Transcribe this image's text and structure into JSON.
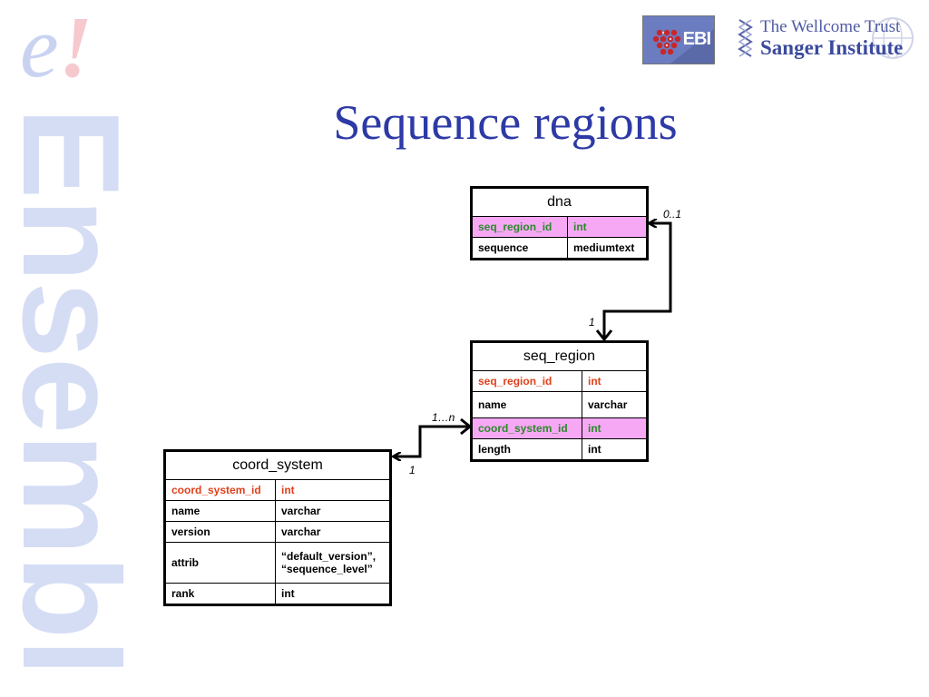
{
  "sidebar": {
    "logo_letter": "e",
    "logo_bang": "!",
    "vertical_text": "Ensembl"
  },
  "logos": {
    "ebi_text": "EBI",
    "sanger_line1": "The Wellcome Trust",
    "sanger_line2": "Sanger Institute"
  },
  "title": "Sequence regions",
  "colors": {
    "title": "#2d3aa6",
    "primary_key": "#e0401a",
    "foreign_key_text": "#2a8a2a",
    "foreign_key_bg": "#f7a8f5"
  },
  "tables": {
    "dna": {
      "name": "dna",
      "rows": [
        {
          "field": "seq_region_id",
          "type": "int",
          "role": "fk"
        },
        {
          "field": "sequence",
          "type": "mediumtext",
          "role": ""
        }
      ]
    },
    "seq_region": {
      "name": "seq_region",
      "rows": [
        {
          "field": "seq_region_id",
          "type": "int",
          "role": "pk"
        },
        {
          "field": "name",
          "type": "varchar",
          "role": ""
        },
        {
          "field": "coord_system_id",
          "type": "int",
          "role": "fk"
        },
        {
          "field": "length",
          "type": "int",
          "role": ""
        }
      ]
    },
    "coord_system": {
      "name": "coord_system",
      "rows": [
        {
          "field": "coord_system_id",
          "type": "int",
          "role": "pk"
        },
        {
          "field": "name",
          "type": "varchar",
          "role": ""
        },
        {
          "field": "version",
          "type": "varchar",
          "role": ""
        },
        {
          "field": "attrib",
          "type": "“default_version”,",
          "type2": "“sequence_level”",
          "role": ""
        },
        {
          "field": "rank",
          "type": "int",
          "role": ""
        }
      ]
    }
  },
  "cardinalities": {
    "dna_end": "0..1",
    "seq_region_top": "1",
    "seq_region_left": "1…n",
    "coord_system_end": "1"
  }
}
